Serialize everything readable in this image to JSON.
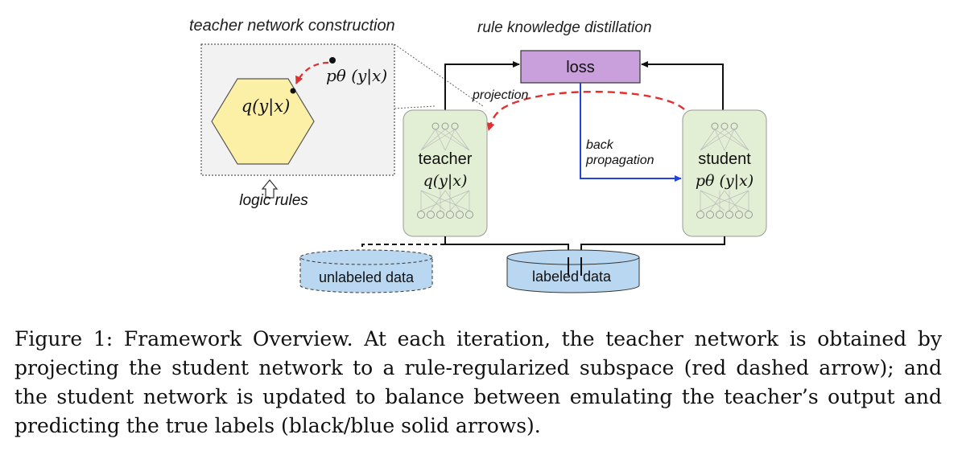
{
  "diagram": {
    "header_left": "teacher network construction",
    "header_right": "rule knowledge distillation",
    "loss_label": "loss",
    "projection_label": "projection",
    "backprop_line1": "back",
    "backprop_line2": "propagation",
    "teacher_label": "teacher",
    "teacher_formula": "q(y|x)",
    "student_label": "student",
    "student_formula": "pθ (y|x)",
    "hexagon_formula": "q(y|x)",
    "inset_formula": "pθ (y|x)",
    "logic_rules_label": "logic rules",
    "unlabeled_data_label": "unlabeled data",
    "labeled_data_label": "labeled data",
    "colors": {
      "loss_fill": "#c9a0dc",
      "network_fill": "#e2efd4",
      "hexagon_fill": "#fbf0a6",
      "data_fill": "#b9d7f0",
      "red_arrow": "#e03030",
      "blue_arrow": "#2244dd",
      "inset_fill": "#f2f2f2"
    },
    "icons": [
      "neural-net-icon",
      "hollow-up-arrow-icon"
    ]
  },
  "caption": {
    "text": "Figure 1: Framework Overview. At each iteration, the teacher network is obtained by projecting the student network to a rule-regularized subspace (red dashed arrow); and the student network is updated to balance between emulating the teacher’s output and predicting the true labels (black/blue solid arrows)."
  }
}
